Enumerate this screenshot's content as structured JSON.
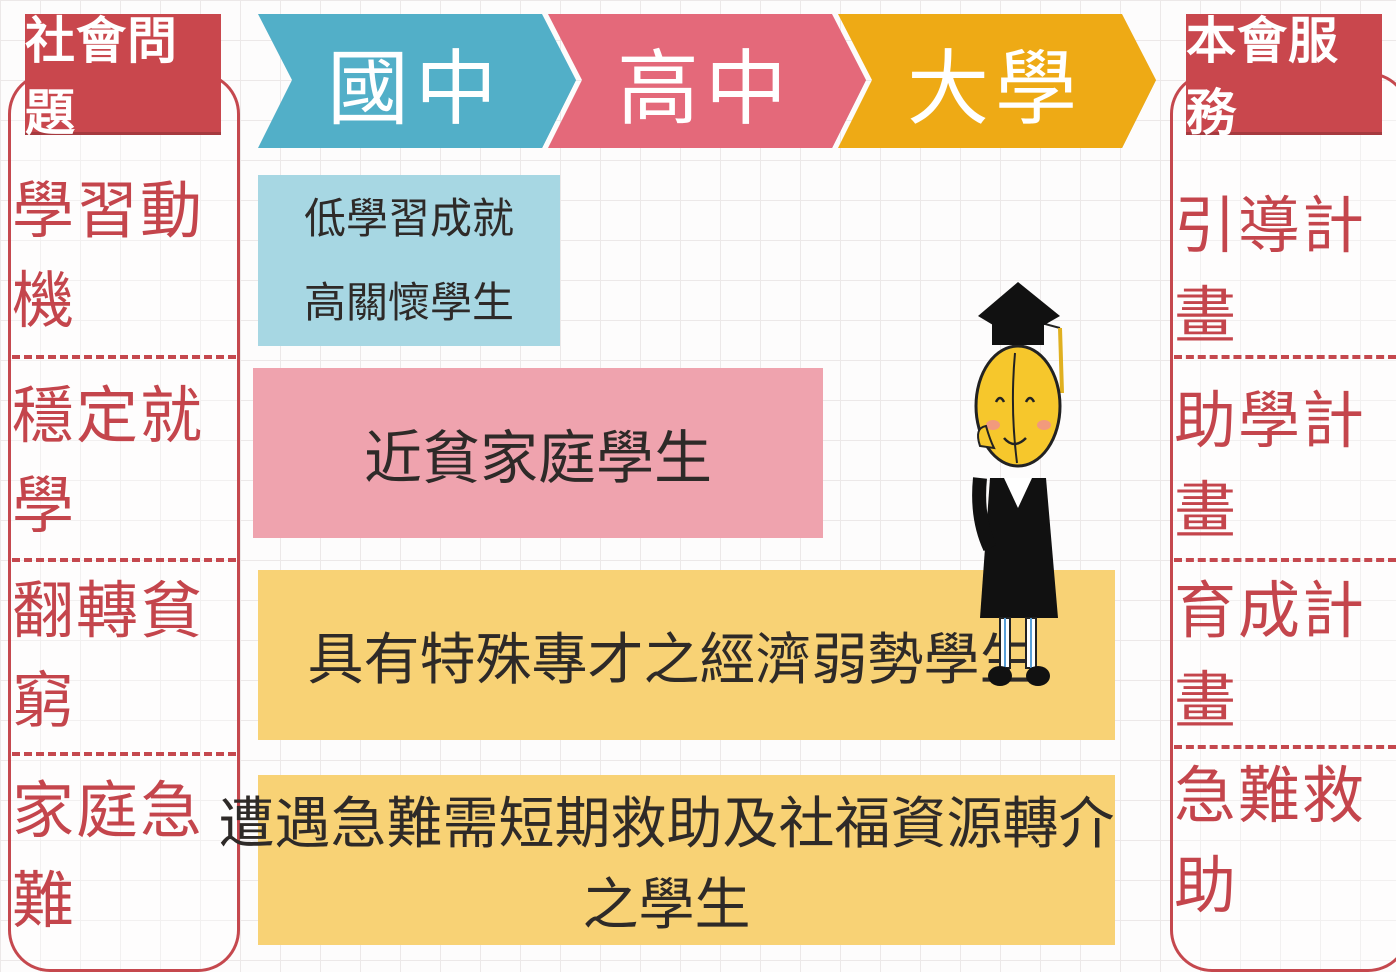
{
  "left_column": {
    "header": "社會問題",
    "items": [
      "學習動機",
      "穩定就學",
      "翻轉貧窮",
      "家庭急難"
    ]
  },
  "right_column": {
    "header": "本會服務",
    "items": [
      "引導計畫",
      "助學計畫",
      "育成計畫",
      "急難救助"
    ]
  },
  "stages": [
    {
      "label": "國中",
      "color": "#52afc8"
    },
    {
      "label": "高中",
      "color": "#e4697a"
    },
    {
      "label": "大學",
      "color": "#eeaa15"
    }
  ],
  "groups": [
    {
      "lines": [
        "低學習成就",
        "高關懷學生"
      ],
      "color": "#a7d7e3"
    },
    {
      "lines": [
        "近貧家庭學生"
      ],
      "color": "#efa3ae"
    },
    {
      "lines": [
        "具有特殊專才之經濟弱勢學生"
      ],
      "color": "#f8d275"
    },
    {
      "lines": [
        "遭遇急難需短期救助及社福資源轉介之學生"
      ],
      "color": "#f8d275"
    }
  ],
  "colors": {
    "accent_red": "#c9474d",
    "grid": "#ece8e8"
  },
  "mascot": "graduate-mascot-icon"
}
